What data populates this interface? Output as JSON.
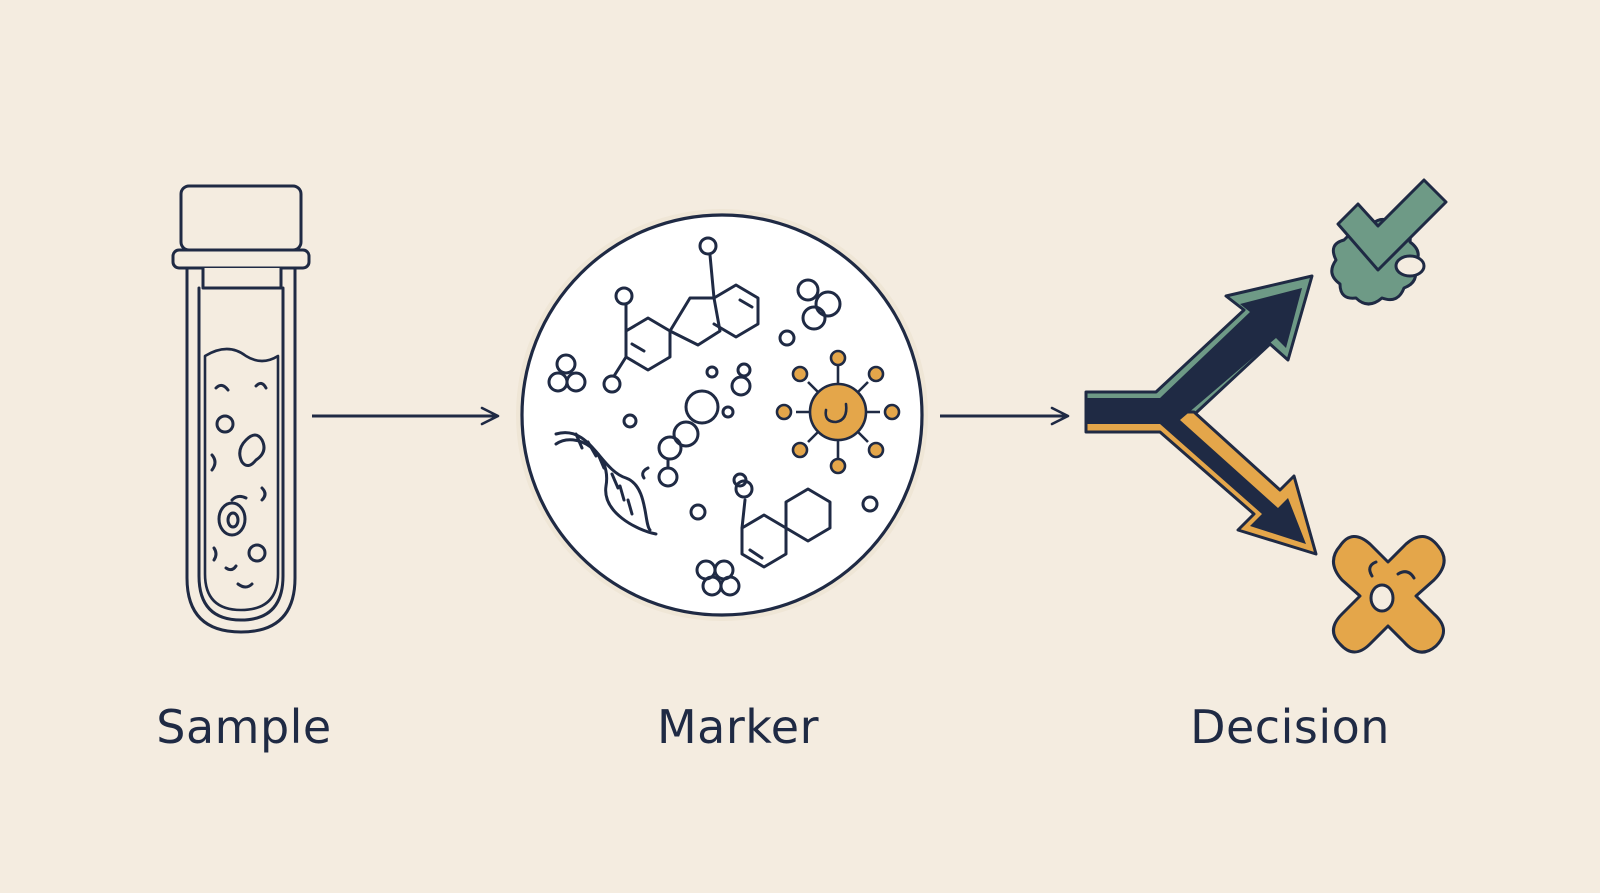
{
  "stages": [
    {
      "label": "Sample",
      "icon": "test-tube-icon"
    },
    {
      "label": "Marker",
      "icon": "molecule-circle-icon"
    },
    {
      "label": "Decision",
      "icon": "fork-arrow-icon"
    }
  ],
  "outcomes": [
    {
      "icon": "check-icon"
    },
    {
      "icon": "cross-icon"
    }
  ],
  "colors": {
    "background": "#f4ece0",
    "ink": "#1f2a44",
    "green": "#6e9a86",
    "orange": "#e4a64a",
    "circle_fill": "#ffffff",
    "circle_halo": "#efe6d6"
  }
}
